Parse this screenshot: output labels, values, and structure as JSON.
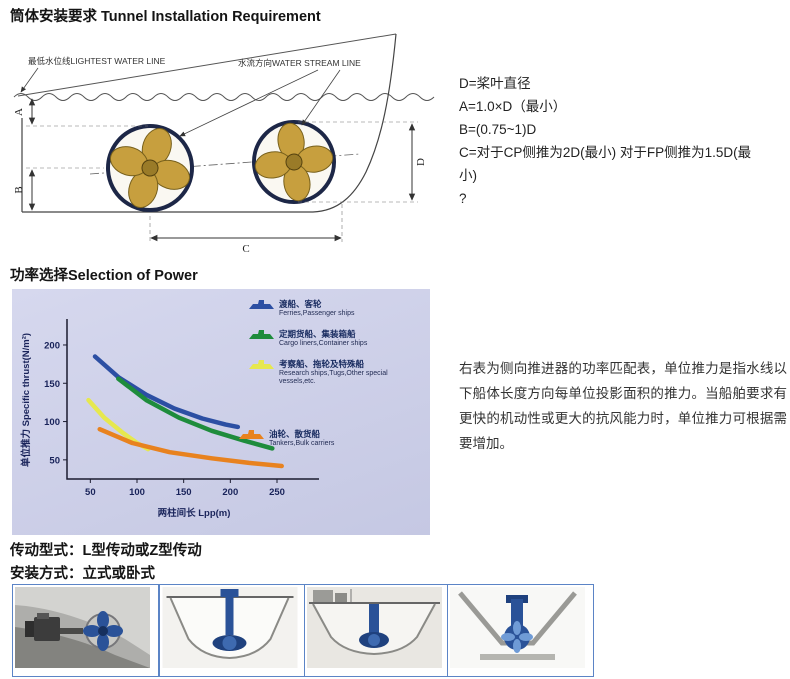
{
  "section1": {
    "title": "筒体安装要求 Tunnel Installation Requirement",
    "drawing": {
      "waterline_label": "最低水位线LIGHTEST WATER LINE",
      "stream_label": "水流方向WATER STREAM LINE",
      "dim_a": "A",
      "dim_b": "B",
      "dim_c": "C",
      "dim_d": "D"
    },
    "notes": [
      "D=桨叶直径",
      "A=1.0×D（最小）",
      "B=(0.75~1)D",
      "C=对于CP侧推为2D(最小) 对于FP侧推为1.5D(最小)",
      "?"
    ]
  },
  "section2": {
    "title": "功率选择Selection of Power",
    "description": "右表为侧向推进器的功率匹配表，单位推力是指水线以下船体长度方向每单位投影面积的推力。当船舶要求有更快的机动性或更大的抗风能力时，单位推力可根据需要增加。"
  },
  "chart_data": {
    "type": "line",
    "title": "",
    "xlabel": "两柱间长 Lpp(m)",
    "ylabel": "单位推力 Specific thrust(N/m²)",
    "xlim": [
      25,
      295
    ],
    "ylim": [
      25,
      230
    ],
    "xticks": [
      50,
      100,
      150,
      200,
      250
    ],
    "yticks": [
      50,
      100,
      150,
      200
    ],
    "grid": false,
    "legend_position": "top-right",
    "bg_color": "#cdd0e9",
    "series": [
      {
        "name": "渡船、客轮 Ferries,Passenger ships",
        "cn": "渡船、客轮",
        "en": "Ferries,Passenger ships",
        "color": "#2c4fa3",
        "x": [
          55,
          80,
          110,
          140,
          170,
          195,
          208
        ],
        "y": [
          185,
          158,
          135,
          117,
          104,
          96,
          93
        ]
      },
      {
        "name": "定期货船、集装箱船 Cargo liners,Container ships",
        "cn": "定期货船、集装箱船",
        "en": "Cargo liners,Container ships",
        "color": "#1e8c3c",
        "x": [
          80,
          110,
          145,
          180,
          215,
          245
        ],
        "y": [
          156,
          128,
          105,
          88,
          75,
          65
        ]
      },
      {
        "name": "考察船、拖轮及特殊船 Research ships,Tugs,Other special vessels,etc.",
        "cn": "考察船、拖轮及特殊船",
        "en": "Research ships,Tugs,Other special vessels,etc.",
        "color": "#e6e84e",
        "x": [
          48,
          65,
          85,
          100,
          112
        ],
        "y": [
          128,
          105,
          85,
          72,
          64
        ]
      },
      {
        "name": "油轮、散货船 Tankers,Bulk carriers",
        "cn": "油轮、散货船",
        "en": "Tankers,Bulk carriers",
        "color": "#e8821e",
        "x": [
          60,
          95,
          135,
          180,
          220,
          255
        ],
        "y": [
          90,
          72,
          60,
          52,
          46,
          42
        ]
      }
    ]
  },
  "section3": {
    "transmission_title": "传动型式：L型传动或Z型传动",
    "installation_title": "安装方式：立式或卧式"
  }
}
